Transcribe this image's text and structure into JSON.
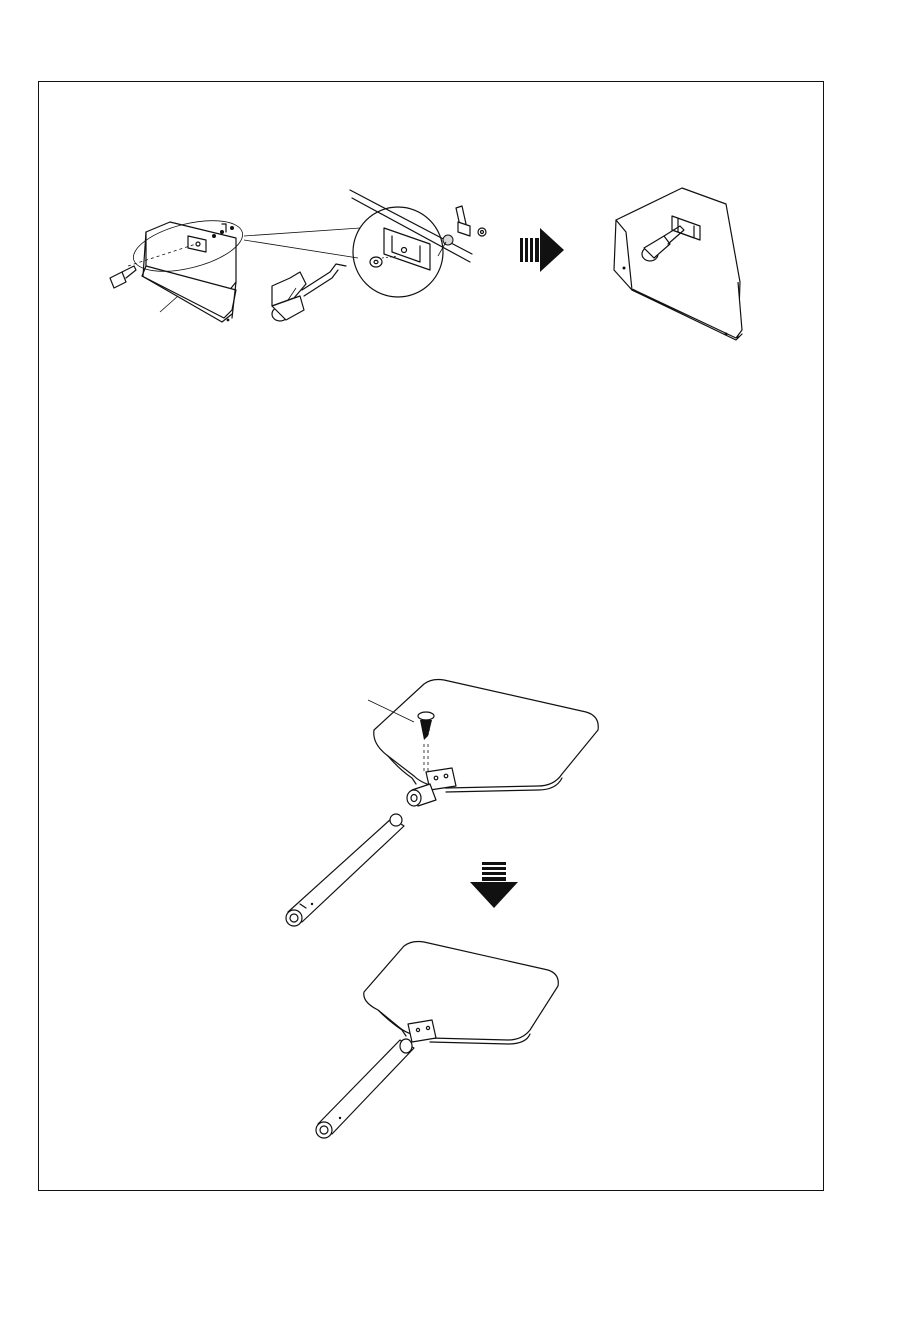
{
  "page": {
    "background": "#ffffff",
    "line_color": "#111111"
  },
  "figure_top": {
    "steps": [
      "before-assembly",
      "after-assembly"
    ],
    "direction_arrow": "right-arrow-icon"
  },
  "figure_bottom": {
    "steps": [
      "before-assembly",
      "after-assembly"
    ],
    "direction_arrow": "down-arrow-icon"
  }
}
